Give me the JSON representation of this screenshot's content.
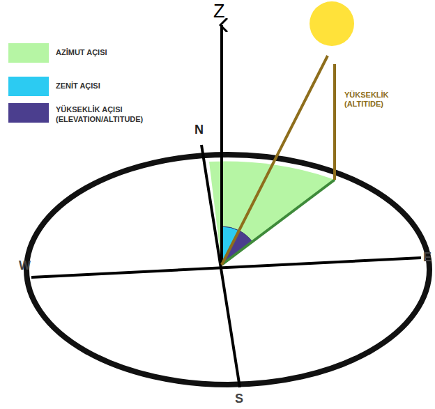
{
  "diagram": {
    "labels": [
      "Z",
      "N",
      "W",
      "E",
      "S",
      "YÜKSEKLİK (ALTITIDE)"
    ],
    "legend": [
      {
        "text": "AZİMUT AÇISI",
        "color": "#b6f5a4"
      },
      {
        "text": "ZENİT AÇISI",
        "color": "#2ccbf2"
      },
      {
        "text": "YÜKSEKLİK AÇISI (ELEVATION/ALTITUDE)",
        "color": "#4b3e8e"
      }
    ]
  }
}
